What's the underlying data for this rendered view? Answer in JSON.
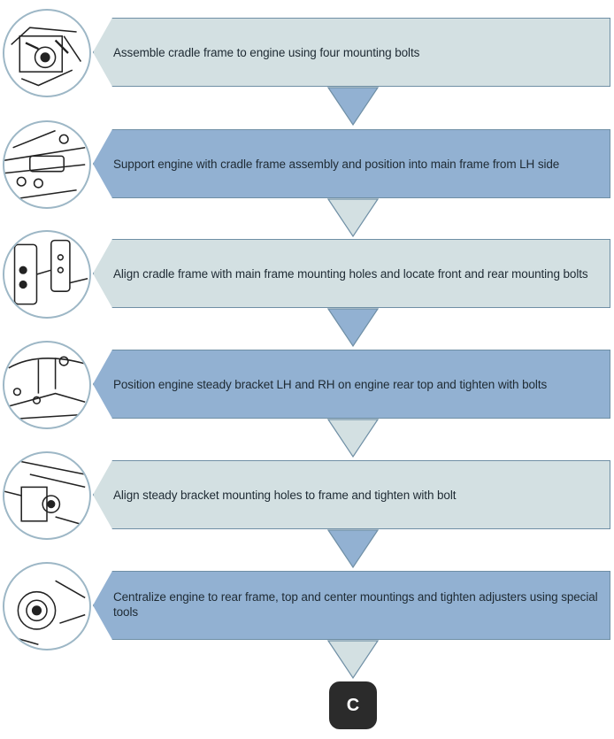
{
  "steps": [
    {
      "text": "Assemble cradle frame to engine using four mounting bolts",
      "icon": "engine-cradle-frame-icon",
      "shade": "light"
    },
    {
      "text": "Support engine with cradle frame assembly and position into main frame from LH side",
      "icon": "main-frame-mount-icon",
      "shade": "dark"
    },
    {
      "text": "Align cradle frame with main frame mounting holes and locate front and rear mounting bolts",
      "icon": "mounting-holes-icon",
      "shade": "light"
    },
    {
      "text": "Position engine steady bracket LH and RH on engine rear top and tighten with bolts",
      "icon": "steady-bracket-icon",
      "shade": "dark"
    },
    {
      "text": "Align steady bracket mounting holes to frame and tighten with bolt",
      "icon": "bracket-bolt-icon",
      "shade": "light"
    },
    {
      "text": "Centralize engine to rear frame, top and center mountings and tighten adjusters using special tools",
      "icon": "engine-adjuster-icon",
      "shade": "dark"
    }
  ],
  "connector": {
    "label": "C"
  },
  "colors": {
    "light": "#d3e0e2",
    "dark": "#92b1d2",
    "border": "#6f8fa5",
    "arrow_light": "#d3e0e2",
    "arrow_dark": "#92b1d2",
    "connector": "#2b2b2b"
  }
}
